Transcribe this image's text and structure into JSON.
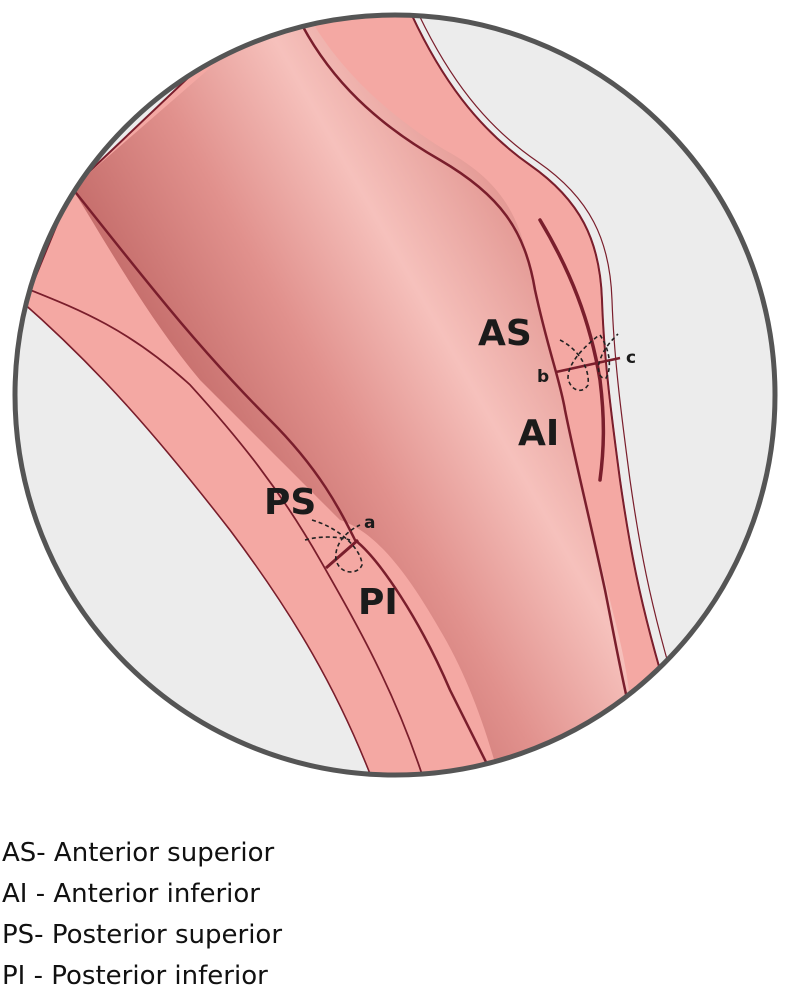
{
  "colors": {
    "circle_bg": "#ececec",
    "circle_border": "#555555",
    "vessel_wall": "#f4a8a3",
    "lumen_dark": "#c9706d",
    "lumen_light": "#f5bdb8",
    "wall_line": "#7a1e2c",
    "suture": "#222222"
  },
  "diagram": {
    "labels": {
      "as": "AS",
      "ai": "AI",
      "ps": "PS",
      "pi": "PI",
      "point_a": "a",
      "point_b": "b",
      "point_c": "c"
    }
  },
  "legend": {
    "items": [
      "AS- Anterior superior",
      "AI - Anterior inferior",
      "PS- Posterior superior",
      "PI - Posterior inferior"
    ]
  }
}
